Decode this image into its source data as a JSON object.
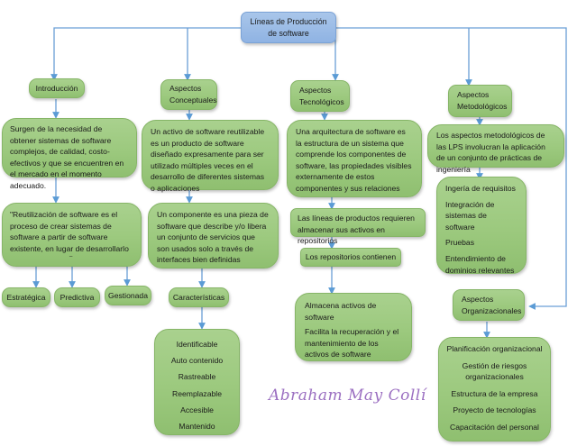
{
  "root": {
    "title": "Líneas de Producción de software"
  },
  "intro": {
    "title": "Introducción",
    "summary": "Surgen de la necesidad de obtener sistemas de software complejos, de calidad, costo-efectivos y que se encuentren en el mercado en el momento adecuado.",
    "definition": "\"Reutilización de software es el proceso de crear sistemas de software a partir de software existente, en lugar de desarrollarlo",
    "definition_dash": "_",
    "types": [
      "Estratégica",
      "Predictiva",
      "Gestionada"
    ]
  },
  "conceptual": {
    "title": "Aspectos Conceptuales",
    "asset": "Un activo de software reutilizable es un producto de software diseñado expresamente para ser utilizado múltiples veces en el desarrollo de diferentes sistemas o aplicaciones",
    "component": "Un componente es una pieza de software que describe y/o libera un conjunto de servicios que son usados solo a través de interfaces bien definidas",
    "features_title": "Características",
    "features": [
      "Identificable",
      "Auto contenido",
      "Rastreable",
      "Reemplazable",
      "Accesible",
      "Mantenido"
    ]
  },
  "technological": {
    "title": "Aspectos Tecnológicos",
    "architecture": "Una arquitectura de software es la estructura de un sistema que comprende los componentes de software, las propiedades visibles externamente de estos componentes y sus relaciones",
    "repositories_need": "Las líneas de productos requieren almacenar sus activos en repositorios",
    "repositories_title": "Los repositorios contienen",
    "repositories_items": [
      "Almacena activos de software",
      "Facilita la recuperación y el mantenimiento de los activos de software"
    ]
  },
  "methodological": {
    "title": "Aspectos Metodológicos",
    "summary": "Los aspectos metodológicos de las LPS involucran la aplicación de un conjunto de prácticas de ingeniería",
    "practices": [
      "Ingería de requisitos",
      "Integración de sistemas de software",
      "Pruebas",
      "Entendimiento de dominios relevantes"
    ]
  },
  "organizational": {
    "title": "Aspectos Organizacionales",
    "items": [
      "Planificación organizacional",
      "Gestión de riesgos organizacionales",
      "Estructura de la empresa",
      "Proyecto de tecnologías",
      "Capacitación del personal"
    ]
  },
  "signature": "Abraham May Collí",
  "colors": {
    "node_green": "#9cc97e",
    "root_blue": "#9dbce6",
    "connector": "#5b9bd5",
    "signature": "#9b6fc1"
  }
}
